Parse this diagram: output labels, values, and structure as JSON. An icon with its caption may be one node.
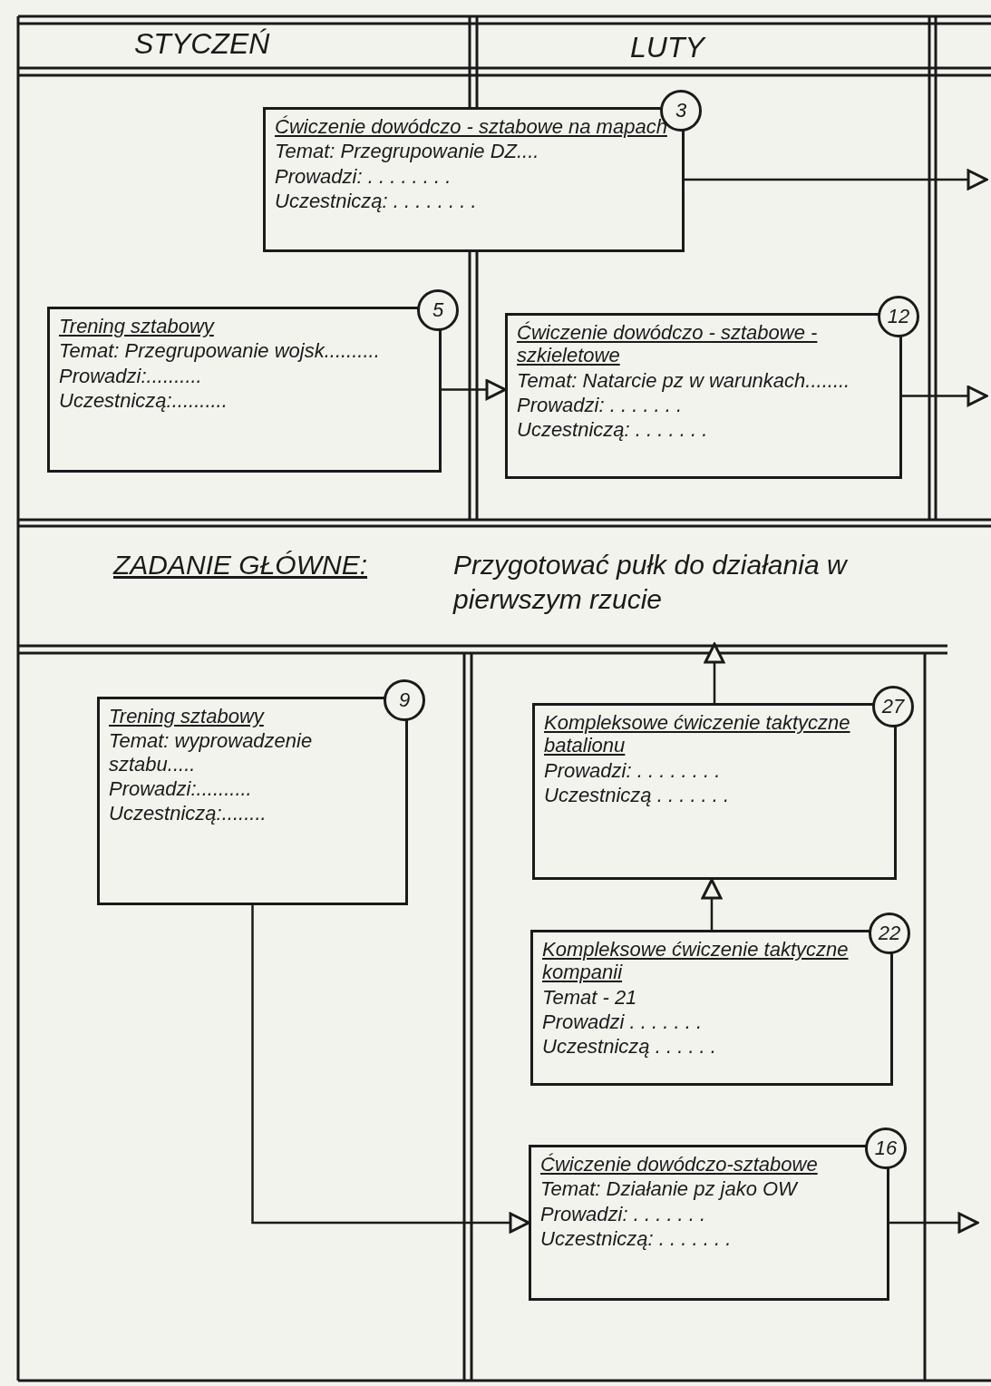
{
  "diagram": {
    "nodes": [
      {
        "text": [
          "Ćwiczenie dowódczo - sztabowe na mapach",
          "Temat: Przegrupowanie DZ....",
          "Prowadzi: . . . . . . . .",
          "Uczestniczą: . . . . . . . .",
          "3"
        ]
      },
      {
        "text": [
          "Trening sztabowy",
          "Temat: Przegrupowanie wojsk..........",
          "Prowadzi:..........",
          "Uczestniczą:..........",
          "5"
        ]
      },
      {
        "text": [
          "Ćwiczenie dowódczo - sztabowe - szkieletowe",
          "Temat: Natarcie pz w warunkach........",
          "Prowadzi: . . . . . . .",
          "Uczestniczą: . . . . . . .",
          "12"
        ]
      },
      {
        "text": [
          "ZADANIE GŁÓWNE:",
          "Przygotować pułk do działania w pierwszym rzucie"
        ]
      },
      {
        "text": [
          "Trening sztabowy",
          "Temat: wyprowadzenie sztabu.....",
          "Prowadzi:..........",
          "Uczestniczą:........",
          "9"
        ]
      },
      {
        "text": [
          "Kompleksowe ćwiczenie taktyczne batalionu",
          "Prowadzi: . . . . . . . .",
          "Uczestniczą . . . . . . .",
          "27"
        ]
      },
      {
        "text": [
          "Kompleksowe ćwiczenie taktyczne kompanii",
          "Temat - 21",
          "Prowadzi . . . . . . .",
          "Uczestniczą . . . . . .",
          "22"
        ]
      },
      {
        "text": [
          "Ćwiczenie dowódczo-sztabowe",
          "Temat: Działanie pz jako OW",
          "Prowadzi: . . . . . . .",
          "Uczestniczą: . . . . . . .",
          "16"
        ]
      }
    ],
    "edges": [
      {
        "from": 0,
        "to": null,
        "arrow": "to"
      },
      {
        "from": 1,
        "to": 2,
        "arrow": "to"
      },
      {
        "from": 2,
        "to": null,
        "arrow": "to"
      },
      {
        "from": 4,
        "to": 7,
        "arrow": "to"
      },
      {
        "from": 6,
        "to": 5,
        "arrow": "to"
      },
      {
        "from": 5,
        "to": 3,
        "arrow": "to"
      },
      {
        "from": 7,
        "to": null,
        "arrow": "to"
      }
    ],
    "labels": [
      "STYCZEŃ",
      "LUTY"
    ]
  }
}
